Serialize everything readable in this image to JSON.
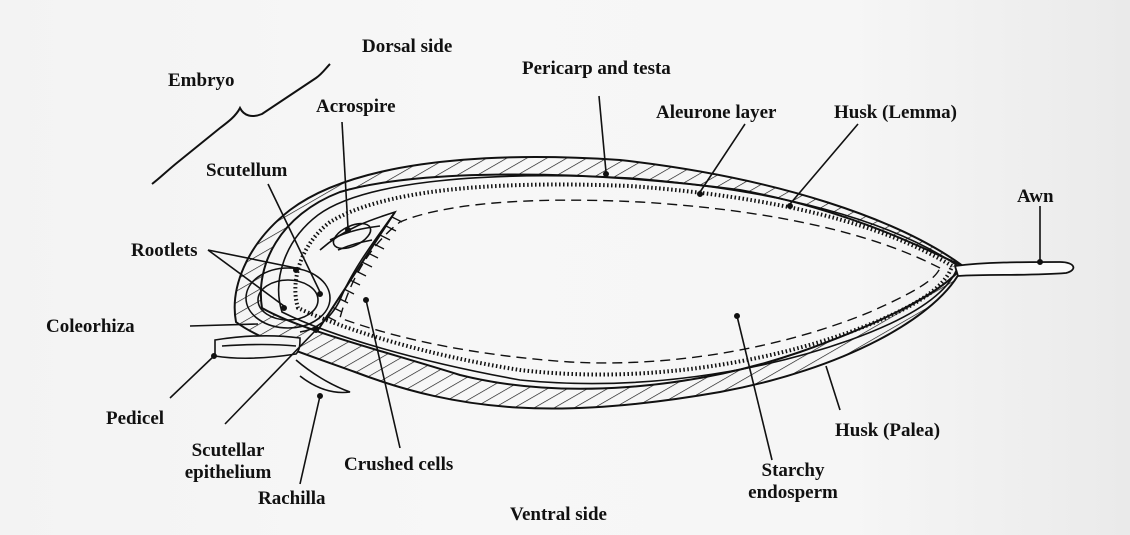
{
  "labels": {
    "dorsal_side": "Dorsal side",
    "embryo": "Embryo",
    "pericarp_testa": "Pericarp and testa",
    "acrospire": "Acrospire",
    "aleurone_layer": "Aleurone layer",
    "husk_lemma": "Husk (Lemma)",
    "scutellum": "Scutellum",
    "awn": "Awn",
    "rootlets": "Rootlets",
    "coleorhiza": "Coleorhiza",
    "pedicel": "Pedicel",
    "scutellar_line1": "Scutellar",
    "scutellar_line2": "epithelium",
    "crushed_cells": "Crushed cells",
    "husk_palea": "Husk (Palea)",
    "rachilla": "Rachilla",
    "starchy_line1": "Starchy",
    "starchy_line2": "endosperm",
    "ventral_side": "Ventral side"
  },
  "colors": {
    "ink": "#111111",
    "paper": "#f5f5f5"
  }
}
